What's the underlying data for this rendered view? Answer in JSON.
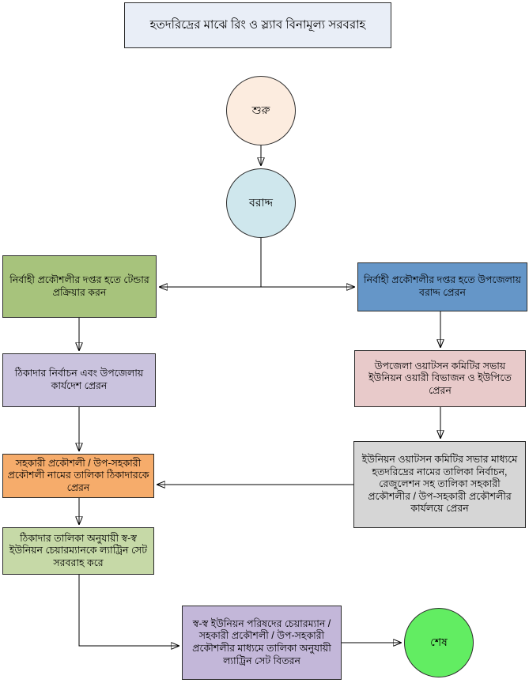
{
  "page": {
    "background": "#ffffff",
    "connector_color": "#000000",
    "text_color": "#000000"
  },
  "diagram": {
    "title": {
      "label": "হতদরিদ্রের মাঝে রিং ও স্ল্যাব বিনামূল্য সরবরাহ",
      "fill": "#e9eef7"
    },
    "nodes": {
      "start": {
        "label": "শুরু",
        "shape": "circle",
        "fill": "#fcecdf"
      },
      "allocation": {
        "label": "বরাদ্দ",
        "shape": "circle",
        "fill": "#cfe7ed"
      },
      "tender": {
        "label": "নির্বাহী প্রকৌশলীর দপ্তর হতে টেন্ডার প্রক্রিয়ার করন",
        "shape": "rect",
        "fill": "#a7c37c"
      },
      "allocation_send": {
        "label": "নির্বাহী প্রকৌশলীর দপ্তর হতে উপজেলায় বরাদ্দ প্রেরন",
        "shape": "rect",
        "fill": "#6596c8"
      },
      "contractor_select": {
        "label": "ঠিকাদার নির্বাচন এবং উপজেলায় কার্যদেশ প্রেরন",
        "shape": "rect",
        "fill": "#cac3de"
      },
      "upazila_watsan": {
        "label": "উপজেলা ওয়াটসন কমিটির সভায় ইউনিয়ন ওয়ারী বিভাজন ও ইউপিতে প্রেরন",
        "shape": "rect",
        "fill": "#e8caca"
      },
      "union_watsan": {
        "label": "ইউনিয়ন ওয়াটসন কমিটির সভার মাধ্যমে হতদরিদ্রের নামের তালিকা নির্বাচন, রেজুলেশন সহ তালিকা সহকারী প্রকৌশলীর / উপ-সহকারী প্রকৌশলীর কার্যলয়ে প্রেরন",
        "shape": "rect",
        "fill": "#d6d6d6"
      },
      "engineer_list": {
        "label": "সহকারী প্রকৌশলী / উপ-সহকারী প্রকৌশলী নামের তালিকা ঠিকাদারকে প্রেরন",
        "shape": "rect",
        "fill": "#f6ac6b"
      },
      "latrine_supply": {
        "label": "ঠিকাদার তালিকা অনুযায়ী স্ব-স্ব ইউনিয়ন চেয়ারম্যানকে ল্যাট্রিন সেট সরবরাহ করে",
        "shape": "rect",
        "fill": "#c6d9a7"
      },
      "latrine_distribute": {
        "label": "স্ব-স্ব ইউনিয়ন পরিষদের চেয়ারম্যান / সহকারী প্রকৌশলী / উপ-সহকারী প্রকৌশলীর মাধ্যমে তালিকা অনুযায়ী ল্যাট্রিন সেট বিতরন",
        "shape": "rect",
        "fill": "#c3b7d9"
      },
      "end": {
        "label": "শেষ",
        "shape": "circle",
        "fill": "#62ed62"
      }
    },
    "edges": [
      {
        "from": "start",
        "to": "allocation"
      },
      {
        "from": "allocation",
        "to": "tender"
      },
      {
        "from": "allocation",
        "to": "allocation_send"
      },
      {
        "from": "tender",
        "to": "contractor_select"
      },
      {
        "from": "contractor_select",
        "to": "engineer_list"
      },
      {
        "from": "engineer_list",
        "to": "latrine_supply"
      },
      {
        "from": "allocation_send",
        "to": "upazila_watsan"
      },
      {
        "from": "upazila_watsan",
        "to": "union_watsan"
      },
      {
        "from": "union_watsan",
        "to": "engineer_list"
      },
      {
        "from": "latrine_supply",
        "to": "latrine_distribute"
      },
      {
        "from": "latrine_distribute",
        "to": "end"
      }
    ]
  }
}
